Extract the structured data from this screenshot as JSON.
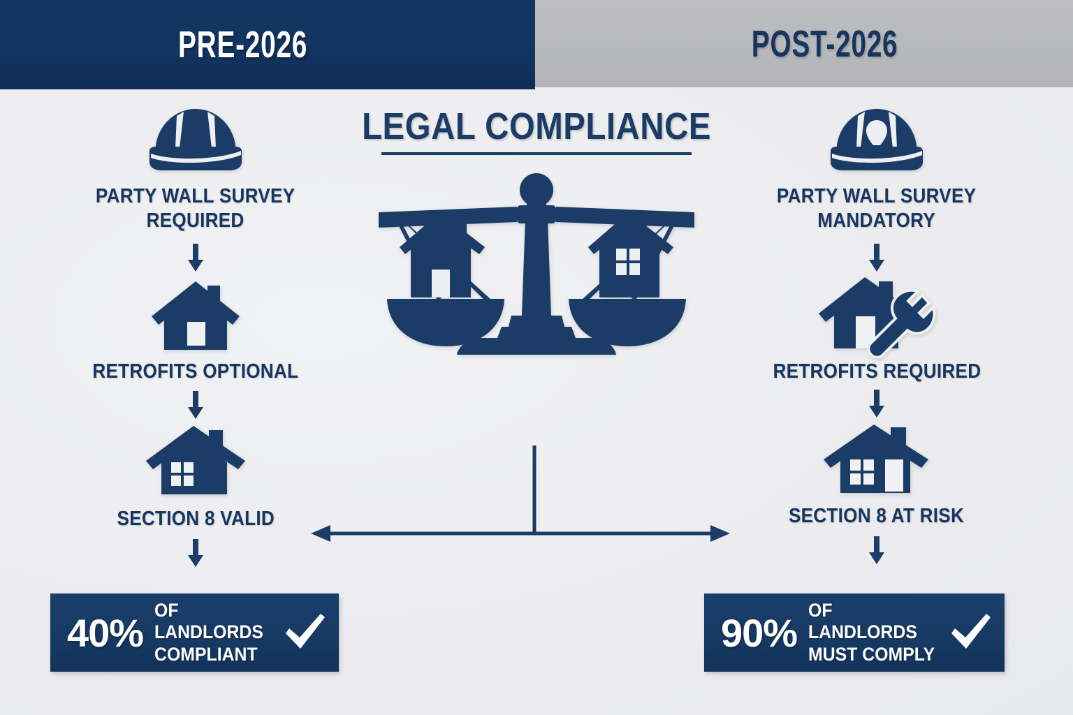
{
  "theme": {
    "navy": "#16365f",
    "navy_dark": "#12335a",
    "gray_header": "#b7b8bc",
    "background": "#eeeff1",
    "white": "#ffffff"
  },
  "header": {
    "left_title": "PRE-2026",
    "right_title": "POST-2026"
  },
  "center": {
    "title": "LEGAL COMPLIANCE",
    "scale_icon": "balance-scale-with-houses",
    "left_pan_icon": "house-with-door-icon",
    "right_pan_icon": "house-with-window-icon",
    "connector": "double-headed-horizontal-arrow"
  },
  "columns": {
    "pre": {
      "steps": [
        {
          "icon": "hard-hat-icon",
          "label": "PARTY WALL SURVEY\nREQUIRED"
        },
        {
          "icon": "house-door-icon",
          "label": "RETROFITS OPTIONAL"
        },
        {
          "icon": "house-window-chimney-icon",
          "label": "SECTION 8 VALID"
        }
      ],
      "banner": {
        "percent": "40%",
        "text": "OF LANDLORDS\nCOMPLIANT",
        "check_icon": "checkmark-icon"
      }
    },
    "post": {
      "steps": [
        {
          "icon": "hard-hat-lamp-icon",
          "label": "PARTY WALL SURVEY\nMANDATORY"
        },
        {
          "icon": "house-wrench-icon",
          "label": "RETROFITS REQUIRED"
        },
        {
          "icon": "house-window-door-icon",
          "label": "SECTION 8 AT RISK"
        }
      ],
      "banner": {
        "percent": "90%",
        "text": "OF LANDLORDS\nMUST COMPLY",
        "check_icon": "checkmark-icon"
      }
    }
  }
}
